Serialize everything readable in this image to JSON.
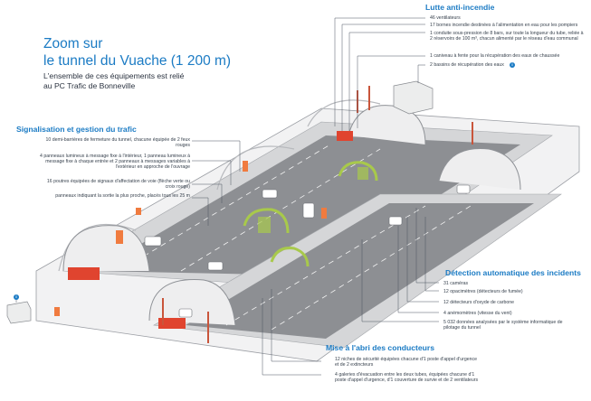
{
  "title": {
    "line1": "Zoom sur",
    "line2": "le tunnel du Vuache (1 200 m)",
    "subtitle_line1": "L'ensemble de ces équipements est relié",
    "subtitle_line2": "au PC Trafic de Bonneville"
  },
  "sections": {
    "fire": {
      "title": "Lutte anti-incendie",
      "items": [
        "46 ventilateurs",
        "17 bornes incendie destinées à l'alimentation en eau pour les pompiers",
        "1 conduite sous-pression de 8 bars, sur toute la longueur du tube, reliée à 2 réservoirs de 100 m³, chacun alimenté par le réseau d'eau communal",
        "1 caniveau à fente pour la récupération des eaux de chaussée",
        "2 bassins de récupération des eaux"
      ],
      "info_marker": "i"
    },
    "signal": {
      "title": "Signalisation et gestion du trafic",
      "items": [
        "10 demi-barrières de fermeture du tunnel, chacune équipée de 2 feux rouges",
        "4 panneaux lumineux à message fixe à l'intérieur, 1 panneau lumineux à message fixe à chaque entrée et 2 panneaux à messages variables à l'extérieur en approche de l'ouvrage",
        "16 poutres équipées de signaux d'affectation de voie (flèche verte ou croix rouge)",
        "panneaux indiquant la sortie la plus proche, placés tous les 25 m"
      ]
    },
    "detection": {
      "title": "Détection automatique des incidents",
      "items": [
        "31 caméras",
        "12 opacimètres (détecteurs de fumée)",
        "12 détecteurs d'oxyde de carbone",
        "4 anémomètres (vitesse du vent)",
        "5 032 données analysées par le système informatique de pilotage du tunnel"
      ]
    },
    "shelter": {
      "title": "Mise à l'abri des conducteurs",
      "items": [
        "12 niches de sécurité équipées chacune d'1 poste d'appel d'urgence et de 2 extincteurs",
        "4 galeries d'évacuation entre les deux tubes, équipées chacune d'1 poste d'appel d'urgence, d'1 couverture de survie et de 2 ventilateurs"
      ]
    }
  },
  "colors": {
    "accent_blue": "#1b7bc4",
    "tunnel_gray": "#e6e7e9",
    "road_gray": "#8d8f93",
    "line_green": "#a8c94b",
    "warning_red": "#e0442f",
    "orange": "#f07b3f"
  }
}
